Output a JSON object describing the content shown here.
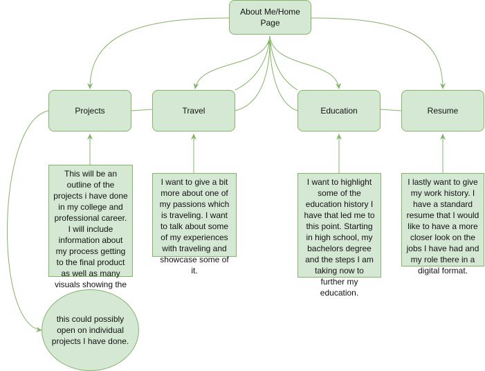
{
  "diagram": {
    "colors": {
      "node_fill": "#d5e8d4",
      "node_stroke": "#82b366",
      "edge": "#82b366"
    },
    "nodes": {
      "home": "About Me/Home Page",
      "projects": "Projects",
      "travel": "Travel",
      "education": "Education",
      "resume": "Resume"
    },
    "notes": {
      "projects": "This will be an outline of the projects i have done in my college and professional career. I will include information about my process getting to the final product as well as many visuals showing the ideas.",
      "travel": "I want to give a bit more about one of my passions which is traveling. I want to talk about some of my experiences with traveling and showcase some of it.",
      "education": "I want to highlight some of the education history I have that led me to this point. Starting in high school, my bachelors degree and the steps I am taking now to further my education.",
      "resume": "I lastly want to give my work history. I have a standard resume that I would like to have a more closer look on the jobs I have had and my role there in a digital format.",
      "projects_sub": "this could possibly open on individual projects I have done."
    }
  }
}
